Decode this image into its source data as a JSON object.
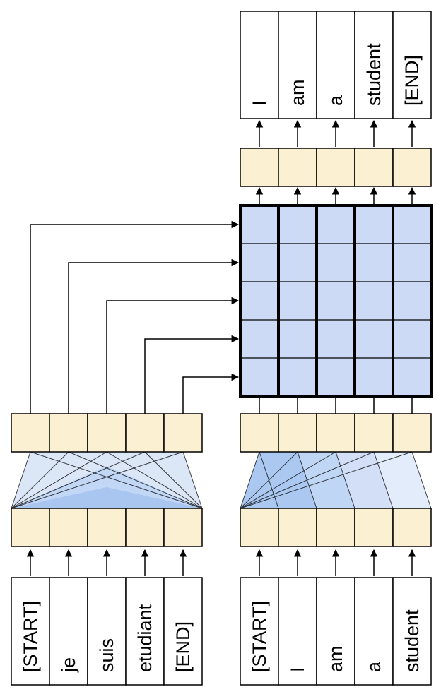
{
  "encoder": {
    "input_tokens": [
      "[START]",
      "je",
      "suis",
      "etudiant",
      "[END]"
    ]
  },
  "decoder": {
    "input_tokens": [
      "[START]",
      "I",
      "am",
      "a",
      "student"
    ],
    "output_tokens": [
      "I",
      "am",
      "a",
      "student",
      "[END]"
    ]
  },
  "attention": {
    "query_count": 5,
    "key_count": 5
  },
  "colors": {
    "embedding_fill": "#fcf0d2",
    "attention_fill": "#ccdaf5",
    "fan_fill": "#bcd3f4",
    "fan_fill_dark": "#a3c2ef",
    "stroke": "#000000",
    "background": "#ffffff"
  }
}
